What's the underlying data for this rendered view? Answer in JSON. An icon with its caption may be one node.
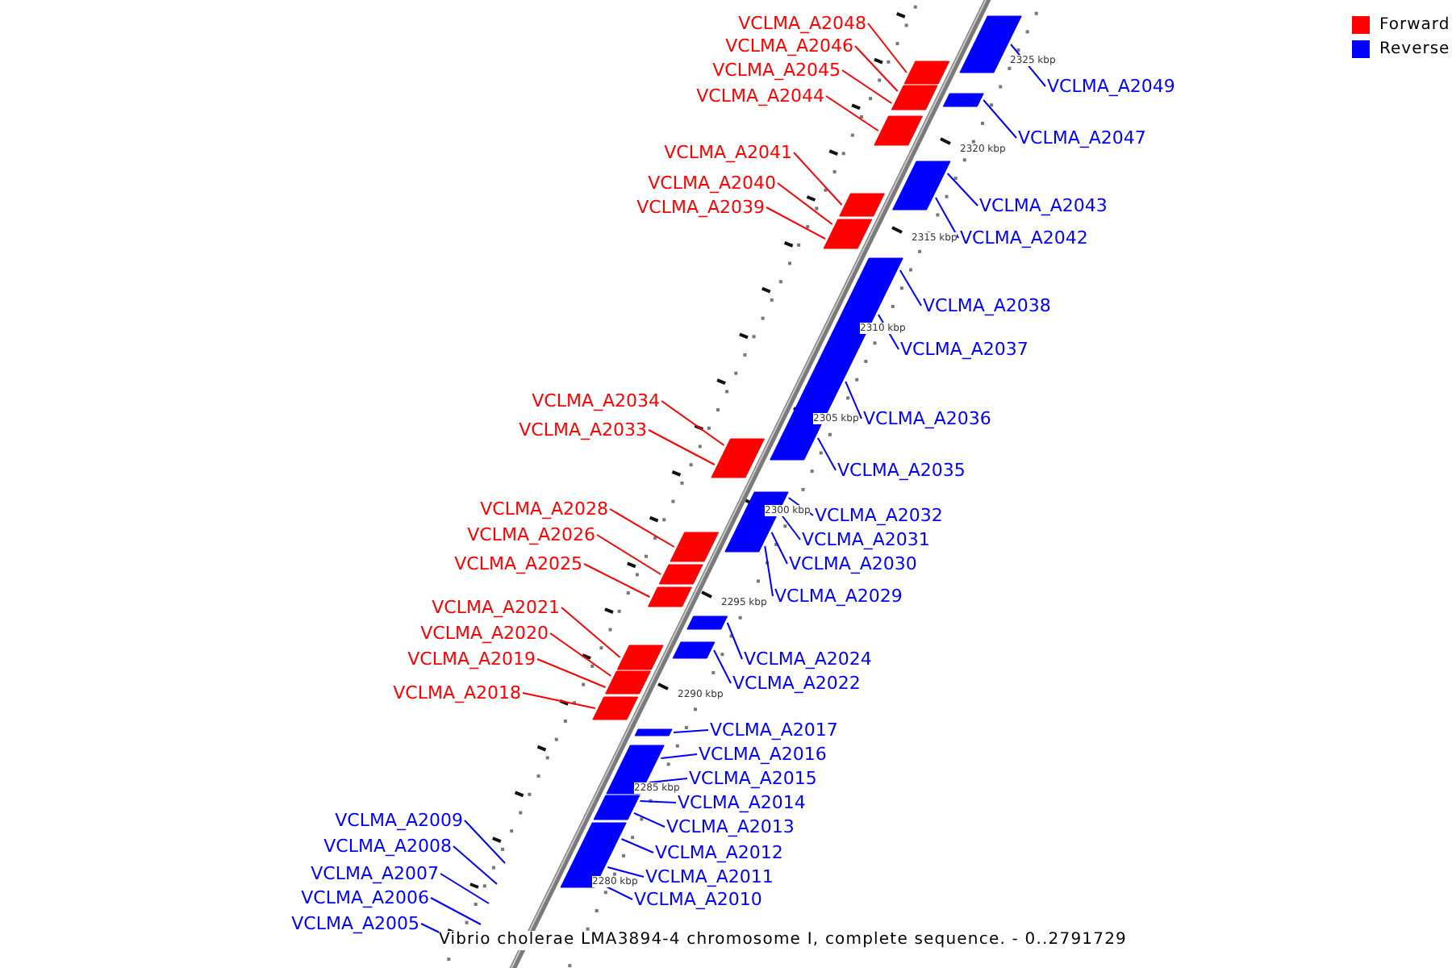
{
  "diagram": {
    "caption": "Vibrio cholerae LMA3894-4 chromosome I, complete sequence. - 0..2791729",
    "nodes": [
      {
        "text": [
          "VCLMA_A2049"
        ]
      },
      {
        "text": [],
        "shape": "bar"
      },
      {
        "text": [
          "VCLMA_A2048"
        ]
      },
      {
        "text": [],
        "shape": "bar"
      },
      {
        "text": [
          "VCLMA_A2047"
        ]
      },
      {
        "text": [],
        "shape": "bar"
      },
      {
        "text": [
          "VCLMA_A2046"
        ]
      },
      {
        "text": [],
        "shape": "bar"
      },
      {
        "text": [
          "VCLMA_A2045"
        ]
      },
      {
        "text": [],
        "shape": "bar"
      },
      {
        "text": [
          "VCLMA_A2044"
        ]
      },
      {
        "text": [],
        "shape": "bar"
      },
      {
        "text": [
          "VCLMA_A2043"
        ]
      },
      {
        "text": [],
        "shape": "bar"
      },
      {
        "text": [
          "VCLMA_A2042"
        ]
      },
      {
        "text": [],
        "shape": "bar"
      },
      {
        "text": [
          "VCLMA_A2041"
        ]
      },
      {
        "text": [],
        "shape": "bar"
      },
      {
        "text": [
          "VCLMA_A2040"
        ]
      },
      {
        "text": [],
        "shape": "bar"
      },
      {
        "text": [
          "VCLMA_A2039"
        ]
      },
      {
        "text": [],
        "shape": "bar"
      },
      {
        "text": [
          "VCLMA_A2038"
        ]
      },
      {
        "text": [],
        "shape": "bar"
      },
      {
        "text": [
          "VCLMA_A2037"
        ]
      },
      {
        "text": [],
        "shape": "bar"
      },
      {
        "text": [
          "VCLMA_A2036"
        ]
      },
      {
        "text": [],
        "shape": "bar"
      },
      {
        "text": [
          "VCLMA_A2035"
        ]
      },
      {
        "text": [],
        "shape": "bar"
      },
      {
        "text": [
          "VCLMA_A2034"
        ]
      },
      {
        "text": [],
        "shape": "bar"
      },
      {
        "text": [
          "VCLMA_A2033"
        ]
      },
      {
        "text": [],
        "shape": "bar"
      },
      {
        "text": [
          "VCLMA_A2032"
        ]
      },
      {
        "text": [],
        "shape": "bar"
      },
      {
        "text": [
          "VCLMA_A2031"
        ]
      },
      {
        "text": [],
        "shape": "bar"
      },
      {
        "text": [
          "VCLMA_A2030"
        ]
      },
      {
        "text": [],
        "shape": "bar"
      },
      {
        "text": [
          "VCLMA_A2029"
        ]
      },
      {
        "text": [],
        "shape": "bar"
      },
      {
        "text": [
          "VCLMA_A2028"
        ]
      },
      {
        "text": [],
        "shape": "bar"
      },
      {
        "text": [
          "VCLMA_A2026"
        ]
      },
      {
        "text": [],
        "shape": "bar"
      },
      {
        "text": [
          "VCLMA_A2025"
        ]
      },
      {
        "text": [],
        "shape": "bar"
      },
      {
        "text": [
          "VCLMA_A2024"
        ]
      },
      {
        "text": [],
        "shape": "bar"
      },
      {
        "text": [
          "VCLMA_A2022"
        ]
      },
      {
        "text": [],
        "shape": "bar"
      },
      {
        "text": [
          "VCLMA_A2021"
        ]
      },
      {
        "text": [],
        "shape": "bar"
      },
      {
        "text": [
          "VCLMA_A2020"
        ]
      },
      {
        "text": [],
        "shape": "bar"
      },
      {
        "text": [
          "VCLMA_A2019"
        ]
      },
      {
        "text": [],
        "shape": "bar"
      },
      {
        "text": [
          "VCLMA_A2018"
        ]
      },
      {
        "text": [],
        "shape": "bar"
      },
      {
        "text": [
          "VCLMA_A2017"
        ]
      },
      {
        "text": [],
        "shape": "bar"
      },
      {
        "text": [
          "VCLMA_A2016"
        ]
      },
      {
        "text": [],
        "shape": "bar"
      },
      {
        "text": [
          "VCLMA_A2015"
        ]
      },
      {
        "text": [],
        "shape": "bar"
      },
      {
        "text": [
          "VCLMA_A2014"
        ]
      },
      {
        "text": [],
        "shape": "bar"
      },
      {
        "text": [
          "VCLMA_A2013"
        ]
      },
      {
        "text": [],
        "shape": "bar"
      },
      {
        "text": [
          "VCLMA_A2012"
        ]
      },
      {
        "text": [],
        "shape": "bar"
      },
      {
        "text": [
          "VCLMA_A2011"
        ]
      },
      {
        "text": [],
        "shape": "bar"
      },
      {
        "text": [
          "VCLMA_A2010"
        ]
      },
      {
        "text": [],
        "shape": "bar"
      },
      {
        "text": [
          "VCLMA_A2009"
        ]
      },
      {
        "text": [
          "VCLMA_A2008"
        ]
      },
      {
        "text": [
          "VCLMA_A2007"
        ]
      },
      {
        "text": [
          "VCLMA_A2006"
        ]
      },
      {
        "text": [
          "VCLMA_A2005"
        ]
      }
    ],
    "edges": [
      {
        "from": 0,
        "to": 1,
        "arrow": "none"
      },
      {
        "from": 2,
        "to": 3,
        "arrow": "none",
        "color": "#ff0000"
      },
      {
        "from": 4,
        "to": 5,
        "arrow": "none"
      },
      {
        "from": 6,
        "to": 7,
        "arrow": "none",
        "color": "#ff0000"
      },
      {
        "from": 8,
        "to": 9,
        "arrow": "none",
        "color": "#ff0000"
      },
      {
        "from": 10,
        "to": 11,
        "arrow": "none",
        "color": "#ff0000"
      },
      {
        "from": 12,
        "to": 13,
        "arrow": "none"
      },
      {
        "from": 14,
        "to": 15,
        "arrow": "none"
      },
      {
        "from": 16,
        "to": 17,
        "arrow": "none",
        "color": "#ff0000"
      },
      {
        "from": 18,
        "to": 19,
        "arrow": "none",
        "color": "#ff0000"
      },
      {
        "from": 20,
        "to": 21,
        "arrow": "none",
        "color": "#ff0000"
      },
      {
        "from": 22,
        "to": 23,
        "arrow": "none"
      },
      {
        "from": 24,
        "to": 25,
        "arrow": "none"
      },
      {
        "from": 26,
        "to": 27,
        "arrow": "none"
      },
      {
        "from": 28,
        "to": 29,
        "arrow": "none"
      },
      {
        "from": 30,
        "to": 31,
        "arrow": "none",
        "color": "#ff0000"
      },
      {
        "from": 32,
        "to": 33,
        "arrow": "none",
        "color": "#ff0000"
      },
      {
        "from": 34,
        "to": 35,
        "arrow": "none"
      },
      {
        "from": 36,
        "to": 37,
        "arrow": "none"
      },
      {
        "from": 38,
        "to": 39,
        "arrow": "none"
      },
      {
        "from": 40,
        "to": 41,
        "arrow": "none"
      },
      {
        "from": 42,
        "to": 43,
        "arrow": "none",
        "color": "#ff0000"
      },
      {
        "from": 44,
        "to": 45,
        "arrow": "none",
        "color": "#ff0000"
      },
      {
        "from": 46,
        "to": 47,
        "arrow": "none",
        "color": "#ff0000"
      },
      {
        "from": 48,
        "to": 49,
        "arrow": "none"
      },
      {
        "from": 50,
        "to": 51,
        "arrow": "none"
      },
      {
        "from": 52,
        "to": 53,
        "arrow": "none",
        "color": "#ff0000"
      },
      {
        "from": 54,
        "to": 55,
        "arrow": "none",
        "color": "#ff0000"
      },
      {
        "from": 56,
        "to": 57,
        "arrow": "none",
        "color": "#ff0000"
      },
      {
        "from": 58,
        "to": 59,
        "arrow": "none",
        "color": "#ff0000"
      },
      {
        "from": 60,
        "to": 61,
        "arrow": "none"
      },
      {
        "from": 62,
        "to": 63,
        "arrow": "none"
      },
      {
        "from": 64,
        "to": 65,
        "arrow": "none"
      },
      {
        "from": 66,
        "to": 67,
        "arrow": "none"
      },
      {
        "from": 68,
        "to": 69,
        "arrow": "none"
      },
      {
        "from": 70,
        "to": 71,
        "arrow": "none"
      },
      {
        "from": 72,
        "to": 73,
        "arrow": "none"
      },
      {
        "from": 74,
        "to": 75,
        "arrow": "none"
      },
      {
        "from": 76,
        "to": null,
        "arrow": "none"
      },
      {
        "from": 77,
        "to": null,
        "arrow": "none"
      },
      {
        "from": 78,
        "to": null,
        "arrow": "none"
      },
      {
        "from": 79,
        "to": null,
        "arrow": "none"
      },
      {
        "from": 80,
        "to": null,
        "arrow": "none"
      }
    ],
    "labels": [
      "2325 kbp",
      "2320 kbp",
      "2315 kbp",
      "2310 kbp",
      "2305 kbp",
      "2300 kbp",
      "2295 kbp",
      "2290 kbp",
      "2285 kbp",
      "2280 kbp"
    ],
    "legend": [
      {
        "text": "Forward",
        "color": "#ff0000"
      },
      {
        "text": "Reverse",
        "color": "#0000ff"
      }
    ]
  }
}
